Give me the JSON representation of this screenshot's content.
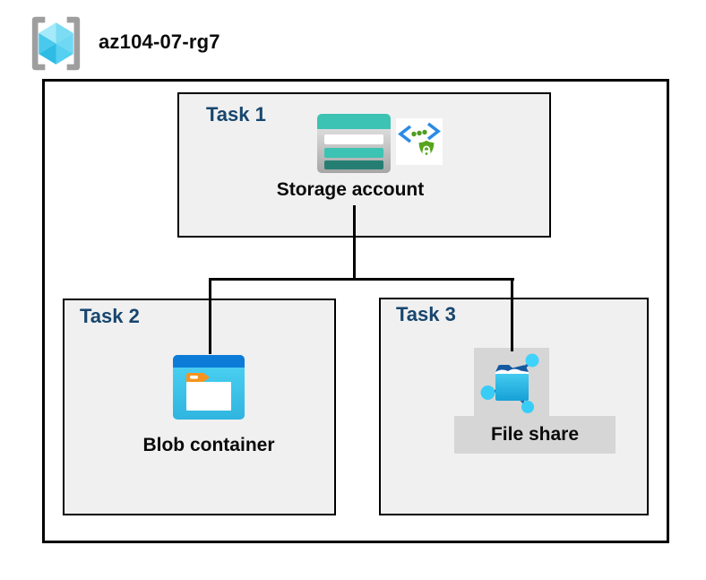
{
  "header": {
    "title": "az104-07-rg7",
    "icon": "resource-group-icon"
  },
  "tasks": [
    {
      "label": "Task 1",
      "item": "Storage account",
      "icons": [
        "storage-account-icon",
        "secure-access-icon"
      ]
    },
    {
      "label": "Task 2",
      "item": "Blob container",
      "icons": [
        "blob-container-icon"
      ]
    },
    {
      "label": "Task 3",
      "item": "File share",
      "icons": [
        "file-share-icon"
      ]
    }
  ],
  "colors": {
    "task_label": "#17466E",
    "box_background": "#F0F0F0",
    "border": "#000000",
    "storage_teal": "#3CC3B3",
    "storage_teal_dark": "#267E73",
    "blob_blue_band": "#0C7CD8",
    "blob_cyan": "#4FD4F5",
    "folder_tab_orange": "#F5941F",
    "secure_green": "#57A41E",
    "secure_bracket_blue": "#2B8BE3",
    "fileshare_navy": "#1458A0",
    "fileshare_node_cyan": "#41D2FB",
    "gray_highlight": "#D6D6D6"
  }
}
